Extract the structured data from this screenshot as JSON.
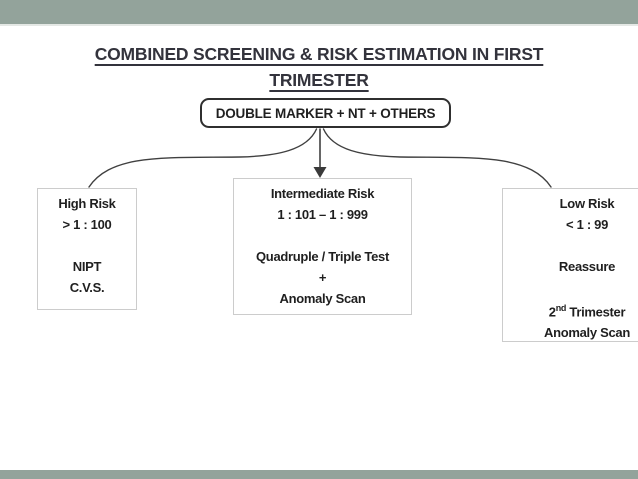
{
  "theme": {
    "accent_bar_color": "#93a39b",
    "title_color": "#33333c",
    "text_color": "#1f1f1f",
    "node_border_color": "#cccccc",
    "root_border_color": "#2f2f2f",
    "connector_color": "#404040"
  },
  "title": {
    "line1": "COMBINED SCREENING & RISK ESTIMATION IN FIRST",
    "line2": "TRIMESTER"
  },
  "root_box": {
    "label": "DOUBLE MARKER + NT + OTHERS"
  },
  "branches": {
    "high": {
      "lines": [
        "High Risk",
        "> 1 : 100",
        "",
        "NIPT",
        "C.V.S."
      ]
    },
    "intermediate": {
      "lines": [
        "Intermediate Risk",
        "1 : 101  – 1 : 999",
        "",
        "Quadruple / Triple Test",
        "+",
        "Anomaly Scan"
      ]
    },
    "low": {
      "lines": [
        "Low Risk",
        "< 1 : 99",
        "",
        "Reassure",
        ""
      ],
      "trimester": {
        "num": "2",
        "sup": "nd",
        "rest": " Trimester"
      },
      "last_line": "Anomaly Scan"
    }
  }
}
